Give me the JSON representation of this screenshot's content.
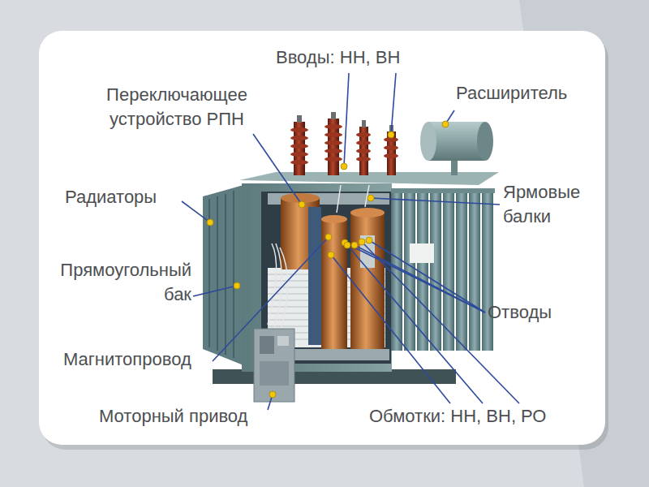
{
  "diagram": {
    "labels": [
      "Вводы: НН, ВН",
      "Переключающее устройство РПН",
      "Расширитель",
      "Радиаторы",
      "Ярмовые балки",
      "Прямоугольный бак",
      "Отводы",
      "Магнитопровод",
      "Моторный привод",
      "Обмотки: НН, ВН, РО"
    ]
  }
}
